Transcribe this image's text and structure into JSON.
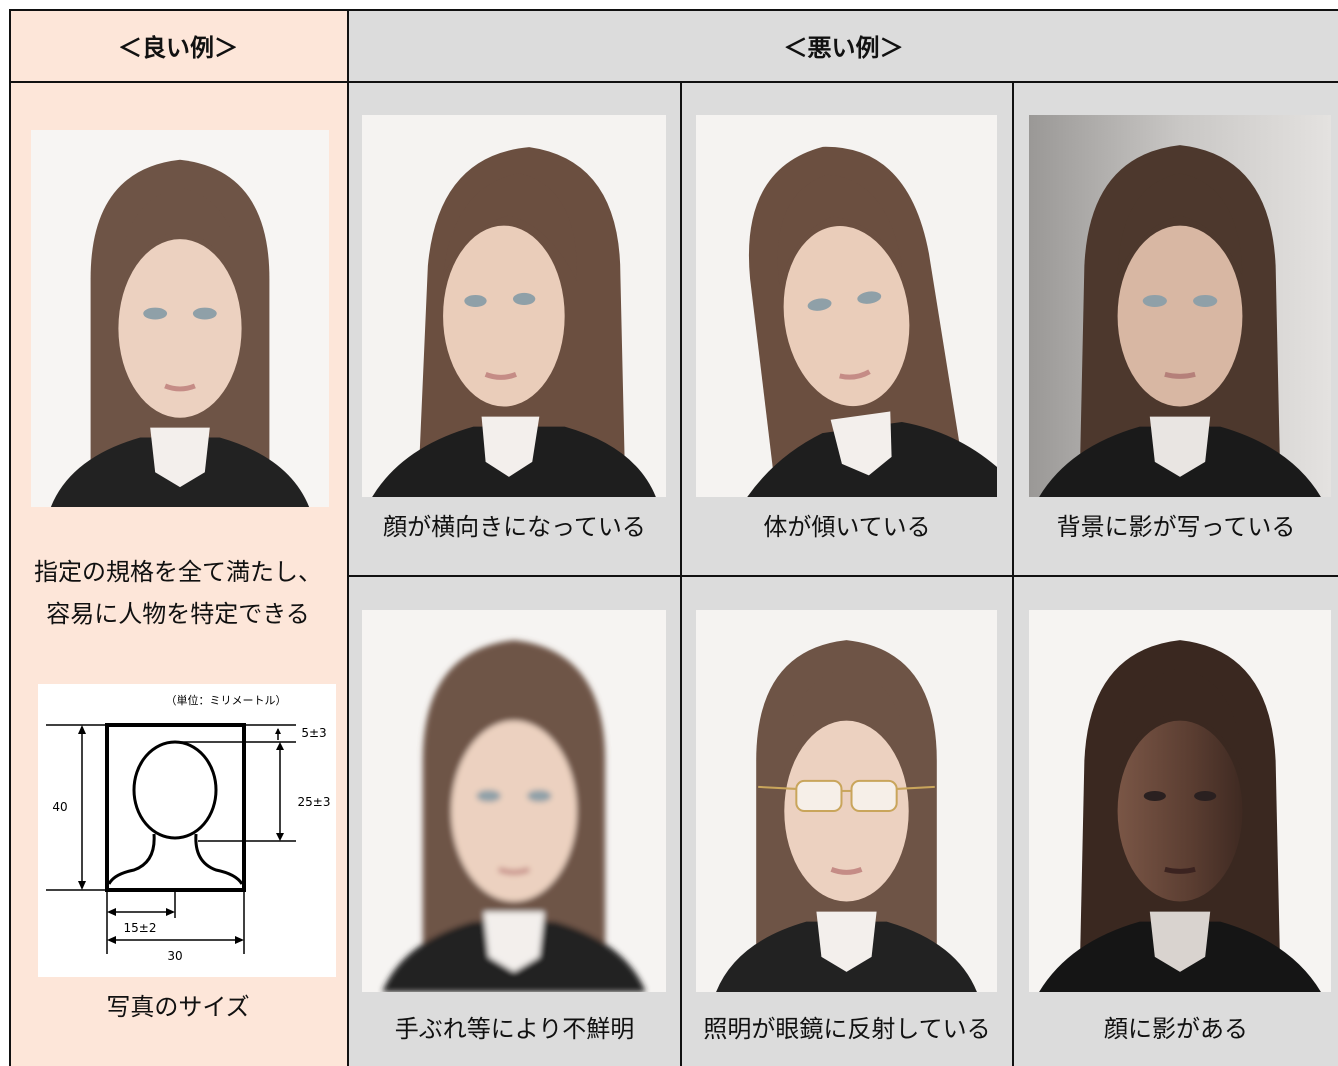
{
  "header": {
    "good_label": "＜良い例＞",
    "bad_label": "＜悪い例＞"
  },
  "good": {
    "description_line1": "指定の規格を全て満たし、",
    "description_line2": "容易に人物を特定できる",
    "size_caption": "写真のサイズ",
    "diagram": {
      "unit_note": "（単位：ミリメートル）",
      "top_margin": "5±3",
      "face_height": "25±3",
      "photo_height": "40",
      "center_offset": "15±2",
      "photo_width": "30"
    }
  },
  "bad": {
    "items": [
      {
        "caption": "顔が横向きになっている"
      },
      {
        "caption": "体が傾いている"
      },
      {
        "caption": "背景に影が写っている"
      },
      {
        "caption": "手ぶれ等により不鮮明"
      },
      {
        "caption": "照明が眼鏡に反射している"
      },
      {
        "caption": "顔に影がある"
      }
    ]
  },
  "colors": {
    "good_background": "#fde6d9",
    "bad_background": "#dcdcdc",
    "border": "#111111"
  }
}
